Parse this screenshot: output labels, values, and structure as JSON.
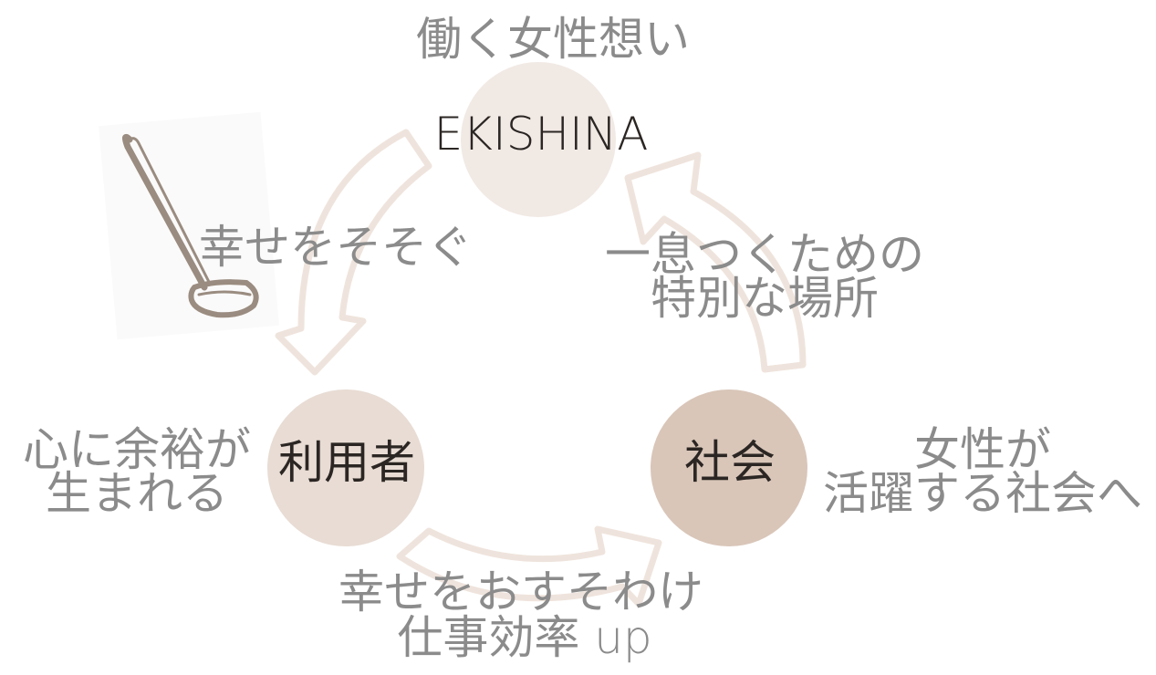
{
  "nodes": {
    "top": {
      "label": "EKISHINA",
      "caption": "働く女性想い"
    },
    "left": {
      "label": "利用者",
      "caption_lines": [
        "心に余裕が",
        "生まれる"
      ]
    },
    "right": {
      "label": "社会",
      "caption_lines": [
        "女性が",
        "活躍する社会へ"
      ]
    }
  },
  "edges": {
    "top_to_left": {
      "label": "幸せをそそぐ"
    },
    "left_to_right": {
      "label_lines": [
        "幸せをおすそわけ",
        "仕事効率 up"
      ]
    },
    "right_to_top": {
      "label_lines": [
        "一息つくための",
        "特別な場所"
      ]
    }
  },
  "illustration": {
    "icon": "ladle-icon"
  },
  "colors": {
    "node_top": "#f1e9e4",
    "node_left": "#e8dcd4",
    "node_right": "#d9c6b9",
    "arrow_stroke": "#efe4dd",
    "text_gray": "#8b8b8b",
    "text_dark": "#2b2623",
    "ladle": "#9a8c80"
  }
}
